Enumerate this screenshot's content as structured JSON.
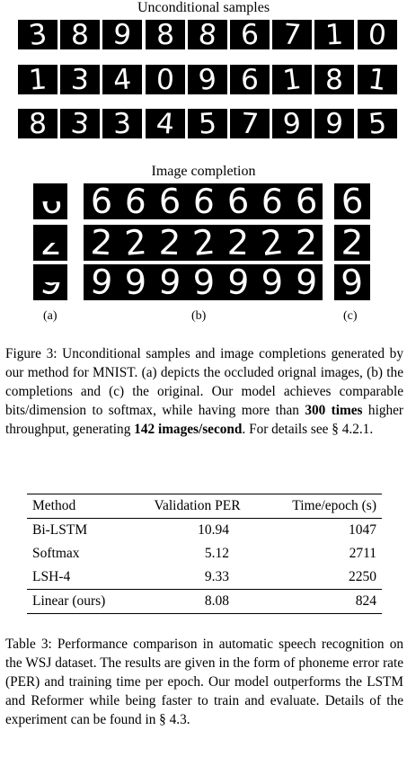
{
  "sections": {
    "unconditional_title": "Unconditional samples",
    "completion_title": "Image completion"
  },
  "unconditional_grid": [
    [
      "3",
      "8",
      "9",
      "8",
      "8",
      "6",
      "7",
      "1",
      "0"
    ],
    [
      "1",
      "3",
      "4",
      "0",
      "9",
      "6",
      "1",
      "8",
      "1"
    ],
    [
      "8",
      "3",
      "3",
      "4",
      "5",
      "7",
      "9",
      "9",
      "5"
    ]
  ],
  "completion_rows": [
    {
      "occluded": "6",
      "completions": [
        "6",
        "6",
        "6",
        "6",
        "6",
        "6",
        "6"
      ],
      "original": "6"
    },
    {
      "occluded": "2",
      "completions": [
        "2",
        "2",
        "2",
        "2",
        "2",
        "2",
        "2"
      ],
      "original": "2"
    },
    {
      "occluded": "9",
      "completions": [
        "9",
        "9",
        "9",
        "9",
        "9",
        "9",
        "9"
      ],
      "original": "9"
    }
  ],
  "subfig_labels": {
    "a": "(a)",
    "b": "(b)",
    "c": "(c)"
  },
  "figure_caption": {
    "label": "Figure 3:",
    "part1": " Unconditional samples and image completions generated by our method for MNIST. (a) depicts the occluded orignal images, (b) the completions and (c) the original. Our model achieves comparable bits/dimension to softmax, while having more than ",
    "bold1": "300 times",
    "part2": " higher throughput, generating ",
    "bold2": "142 images/second",
    "part3": ". For details see § 4.2.1."
  },
  "table": {
    "headers": [
      "Method",
      "Validation PER",
      "Time/epoch (s)"
    ],
    "rows": [
      {
        "method": "Bi-LSTM",
        "per": "10.94",
        "time": "1047"
      },
      {
        "method": "Softmax",
        "per": "5.12",
        "time": "2711"
      },
      {
        "method": "LSH-4",
        "per": "9.33",
        "time": "2250"
      },
      {
        "method": "Linear (ours)",
        "per": "8.08",
        "time": "824"
      }
    ]
  },
  "table_caption": {
    "label": "Table 3:",
    "text": " Performance comparison in automatic speech recognition on the WSJ dataset. The results are given in the form of phoneme error rate (PER) and training time per epoch. Our model outperforms the LSTM and Reformer while being faster to train and evaluate. Details of the experiment can be found in § 4.3."
  }
}
